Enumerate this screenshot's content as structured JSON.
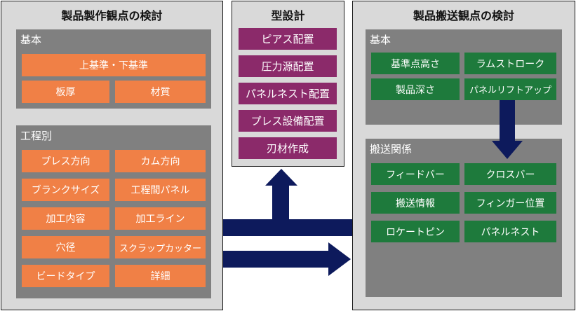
{
  "left_panel": {
    "title": "製品製作観点の検討",
    "kihon": {
      "title": "基本",
      "items": [
        "上基準・下基準",
        "板厚",
        "材質"
      ]
    },
    "kouteibetsu": {
      "title": "工程別",
      "items": [
        "プレス方向",
        "カム方向",
        "ブランクサイズ",
        "工程間パネル",
        "加工内容",
        "加工ライン",
        "穴径",
        "スクラップカッター",
        "ビードタイプ",
        "詳細"
      ]
    }
  },
  "center_panel": {
    "title": "型設計",
    "items": [
      "ピアス配置",
      "圧力源配置",
      "パネルネスト配置",
      "プレス設備配置",
      "刃材作成"
    ]
  },
  "right_panel": {
    "title": "製品搬送観点の検討",
    "kihon": {
      "title": "基本",
      "items": [
        "基準点高さ",
        "ラムストローク",
        "製品深さ",
        "パネルリフトアップ"
      ]
    },
    "hansou": {
      "title": "搬送関係",
      "items": [
        "フィードバー",
        "クロスバー",
        "搬送情報",
        "フィンガー位置",
        "ロケートピン",
        "パネルネスト"
      ]
    }
  },
  "colors": {
    "orange": "#f08046",
    "purple": "#8b2a6a",
    "green": "#1e7a3c",
    "arrow": "#0d1a5c",
    "box": "#808080",
    "panel": "#d9d9d9"
  }
}
